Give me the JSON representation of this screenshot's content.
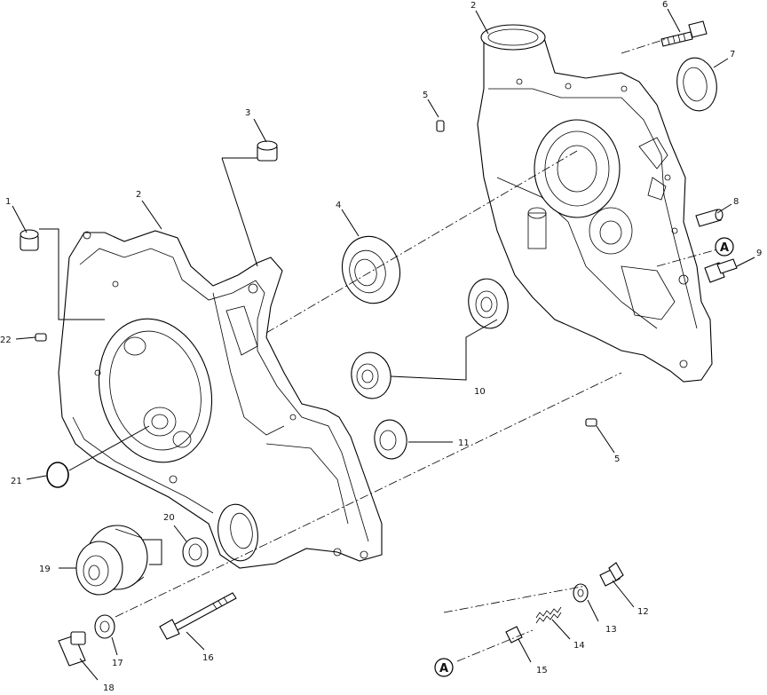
{
  "diagram": {
    "callouts": [
      {
        "id": "c1",
        "text": "1"
      },
      {
        "id": "c2a",
        "text": "2"
      },
      {
        "id": "c2b",
        "text": "2"
      },
      {
        "id": "c3",
        "text": "3"
      },
      {
        "id": "c4",
        "text": "4"
      },
      {
        "id": "c5a",
        "text": "5"
      },
      {
        "id": "c5b",
        "text": "5"
      },
      {
        "id": "c6",
        "text": "6"
      },
      {
        "id": "c7",
        "text": "7"
      },
      {
        "id": "c8",
        "text": "8"
      },
      {
        "id": "c9",
        "text": "9"
      },
      {
        "id": "c10",
        "text": "10"
      },
      {
        "id": "c11",
        "text": "11"
      },
      {
        "id": "c12",
        "text": "12"
      },
      {
        "id": "c13",
        "text": "13"
      },
      {
        "id": "c14",
        "text": "14"
      },
      {
        "id": "c15",
        "text": "15"
      },
      {
        "id": "c16",
        "text": "16"
      },
      {
        "id": "c17",
        "text": "17"
      },
      {
        "id": "c18",
        "text": "18"
      },
      {
        "id": "c19",
        "text": "19"
      },
      {
        "id": "c20",
        "text": "20"
      },
      {
        "id": "c21",
        "text": "21"
      },
      {
        "id": "c22",
        "text": "22"
      }
    ],
    "reference_markers": [
      {
        "id": "refA1",
        "text": "A"
      },
      {
        "id": "refA2",
        "text": "A"
      }
    ]
  }
}
